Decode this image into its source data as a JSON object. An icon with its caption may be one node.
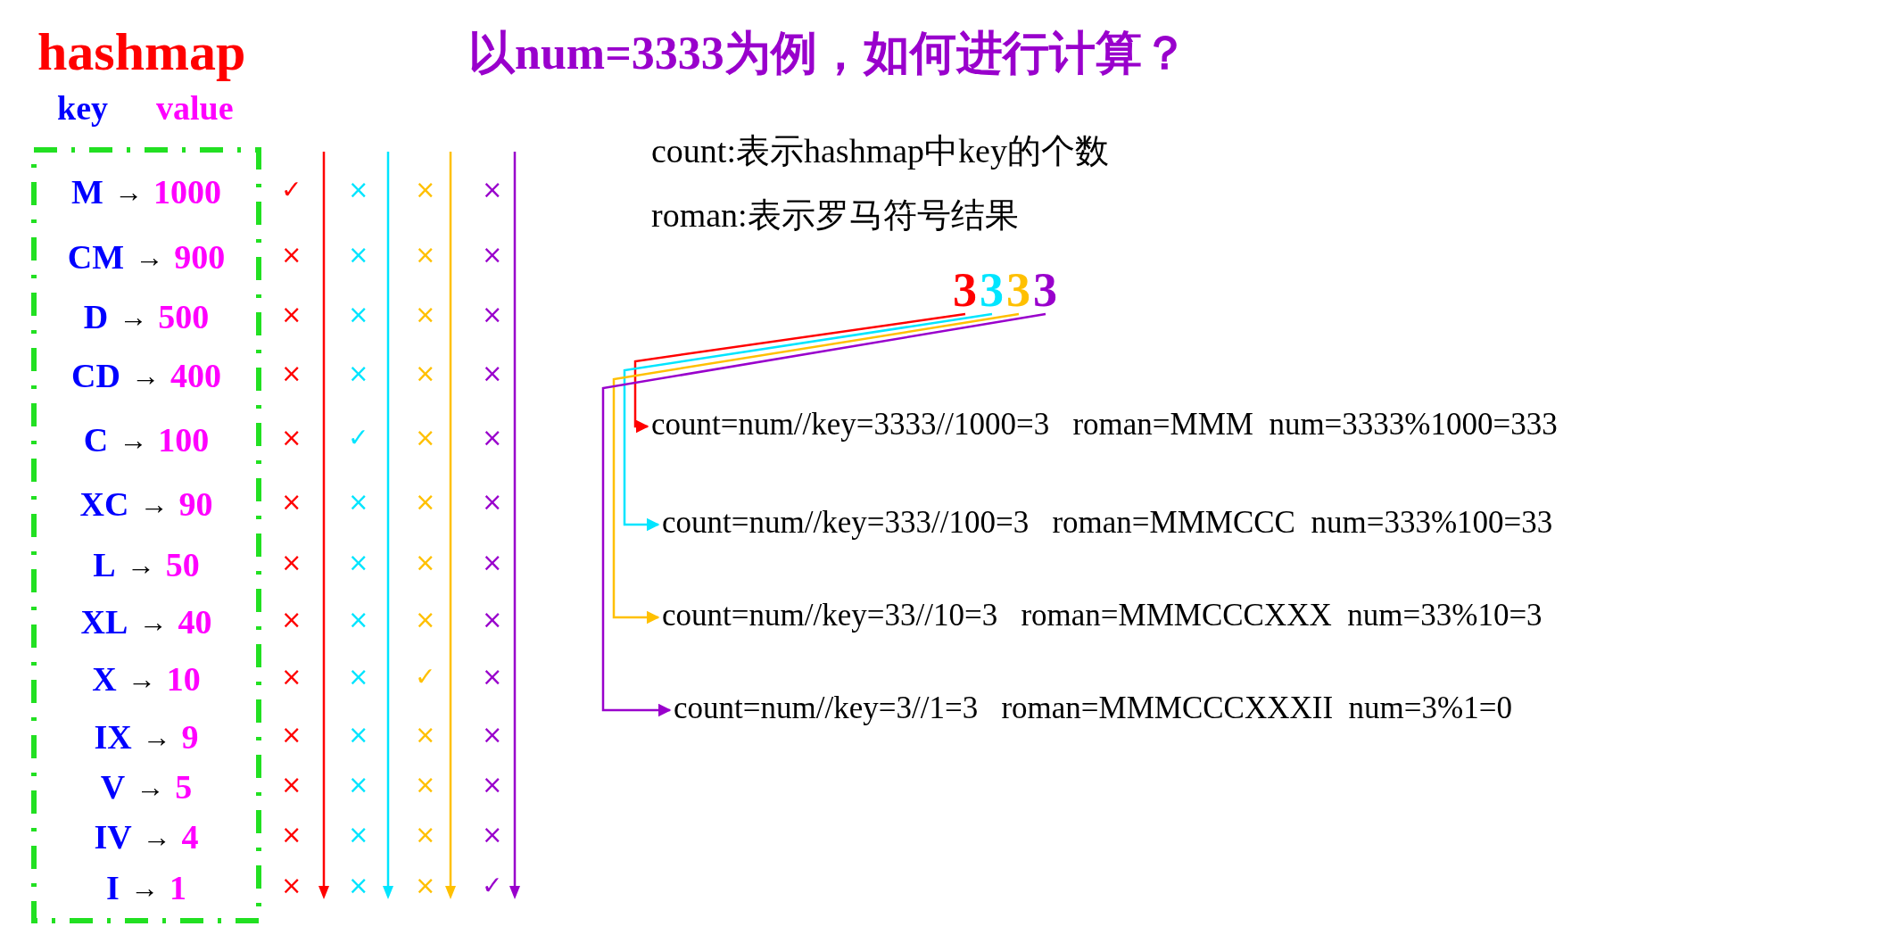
{
  "diagram": {
    "title": "以num=3333为例，如何进行计算？",
    "nodes": [
      {
        "text": [],
        "shape": "box"
      },
      {
        "text": [
          "M",
          "→",
          "1000"
        ],
        "in": 0
      },
      {
        "text": [
          "CM",
          "→",
          "900"
        ],
        "in": 0
      },
      {
        "text": [
          "D",
          "→",
          "500"
        ],
        "in": 0
      },
      {
        "text": [
          "CD",
          "→",
          "400"
        ],
        "in": 0
      },
      {
        "text": [
          "C",
          "→",
          "100"
        ],
        "in": 0
      },
      {
        "text": [
          "XC",
          "→",
          "90"
        ],
        "in": 0
      },
      {
        "text": [
          "L",
          "→",
          "50"
        ],
        "in": 0
      },
      {
        "text": [
          "XL",
          "→",
          "40"
        ],
        "in": 0
      },
      {
        "text": [
          "X",
          "→",
          "10"
        ],
        "in": 0
      },
      {
        "text": [
          "IX",
          "→",
          "9"
        ],
        "in": 0
      },
      {
        "text": [
          "V",
          "→",
          "5"
        ],
        "in": 0
      },
      {
        "text": [
          "IV",
          "→",
          "4"
        ],
        "in": 0
      },
      {
        "text": [
          "I",
          "→",
          "1"
        ],
        "in": 0
      },
      {
        "text": [
          "3"
        ]
      },
      {
        "text": [
          "3"
        ]
      },
      {
        "text": [
          "3"
        ]
      },
      {
        "text": [
          "3"
        ]
      },
      {
        "text": [
          "count=num//key=3333//1000=3   roman=MMM  num=3333%1000=333"
        ]
      },
      {
        "text": [
          "count=num//key=333//100=3   roman=MMMCCC  num=333%100=33"
        ]
      },
      {
        "text": [
          "count=num//key=33//10=3   roman=MMMCCCXXX  num=33%10=3"
        ]
      },
      {
        "text": [
          "count=num//key=3//1=3   roman=MMMCCCXXXII  num=3%1=0"
        ]
      }
    ],
    "edges": [
      {
        "from": 14,
        "to": 18,
        "arrow": "to",
        "color": "#ff0000"
      },
      {
        "from": 15,
        "to": 19,
        "arrow": "to",
        "color": "#00e5ff"
      },
      {
        "from": 16,
        "to": 20,
        "arrow": "to",
        "color": "#ffc000"
      },
      {
        "from": 17,
        "to": 21,
        "arrow": "to",
        "color": "#9900cc"
      }
    ],
    "labels": [
      "hashmap",
      "key",
      "value",
      "count:表示hashmap中key的个数",
      "roman:表示罗马符号结果",
      "✓",
      "×",
      "×",
      "×",
      "×",
      "×",
      "×",
      "×",
      "×",
      "×",
      "×",
      "×",
      "×",
      "×",
      "×",
      "×",
      "×",
      "✓",
      "×",
      "×",
      "×",
      "×",
      "×",
      "×",
      "×",
      "×",
      "×",
      "×",
      "×",
      "×",
      "×",
      "×",
      "×",
      "×",
      "✓",
      "×",
      "×",
      "×",
      "×",
      "×",
      "×",
      "×",
      "×",
      "×",
      "×",
      "×",
      "×",
      "×",
      "×",
      "×",
      "×",
      "✓"
    ]
  }
}
